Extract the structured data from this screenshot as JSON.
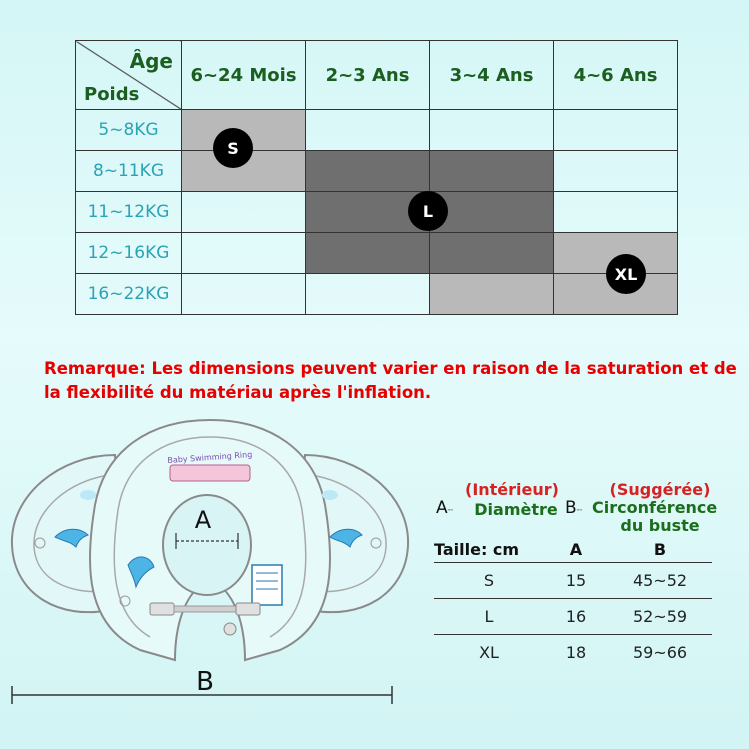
{
  "size_table": {
    "corner": {
      "age_label": "Âge",
      "weight_label": "Poids"
    },
    "age_columns": [
      "6~24 Mois",
      "2~3 Ans",
      "3~4 Ans",
      "4~6 Ans"
    ],
    "weight_rows": [
      "5~8KG",
      "8~11KG",
      "11~12KG",
      "12~16KG",
      "16~22KG"
    ],
    "size_badges": {
      "s": "S",
      "l": "L",
      "xl": "XL"
    },
    "colors": {
      "light_gray": "#b9b9b9",
      "dark_gray": "#6f6f6f",
      "header_text": "#1b5e20",
      "weight_text": "#2aa3b5"
    }
  },
  "remark": "Remarque: Les dimensions peuvent varier en raison de la saturation et de la flexibilité du matériau après l'inflation.",
  "diagram": {
    "label_a": "A",
    "label_b": "B",
    "product_logo": "Baby Swimming Ring"
  },
  "legend": {
    "a_prefix": "A",
    "a_title_1": "(Intérieur)",
    "a_title_2": "Diamètre",
    "b_prefix": "B",
    "b_title_1": "(Suggérée)",
    "b_title_2": "Circonférence",
    "b_title_3": "du buste"
  },
  "dimensions_table": {
    "headers": [
      "Taille: cm",
      "A",
      "B"
    ],
    "rows": [
      [
        "S",
        "15",
        "45~52"
      ],
      [
        "L",
        "16",
        "52~59"
      ],
      [
        "XL",
        "18",
        "59~66"
      ]
    ]
  }
}
